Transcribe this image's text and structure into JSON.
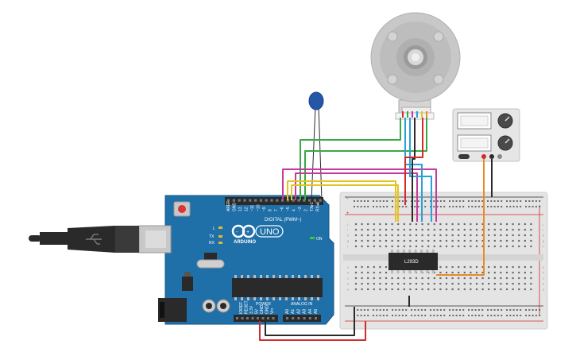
{
  "arduino": {
    "brand": "ARDUINO",
    "model": "UNO",
    "digital_label": "DIGITAL (PWM~)",
    "power_label": "POWER",
    "analog_label": "ANALOG IN",
    "on_label": "ON",
    "tx_label": "TX",
    "rx_label": "RX",
    "l_label": "L",
    "aref_label": "AREF",
    "gnd_label": "GND",
    "digital_pins": [
      "13",
      "12",
      "~11",
      "~10",
      "~9",
      "8",
      "7",
      "~6",
      "~5",
      "4",
      "~3",
      "2",
      "TX▸1",
      "RX◂0"
    ],
    "power_pins": [
      "IOREF",
      "RESET",
      "3.3V",
      "5V",
      "GND",
      "GND",
      "Vin"
    ],
    "analog_pins": [
      "A0",
      "A1",
      "A2",
      "A3",
      "A4",
      "A5"
    ]
  },
  "ic": {
    "label": "L293D"
  },
  "breadboard": {
    "row_letters_top": [
      "j",
      "i",
      "h",
      "g",
      "f"
    ],
    "row_letters_bottom": [
      "e",
      "d",
      "c",
      "b",
      "a"
    ],
    "plus": "+",
    "minus": "-"
  },
  "components": {
    "motor": "stepper-motor",
    "power_supply": "dc-power-supply",
    "capacitor": "ceramic-capacitor",
    "usb": "usb-cable"
  },
  "colors": {
    "board": "#1f6fa8",
    "breadboard": "#e6e6e6",
    "wire_red": "#d42a2a",
    "wire_green": "#3aa845",
    "wire_magenta": "#c63aa0",
    "wire_yellow": "#e6c21c",
    "wire_blue": "#2aa0d8",
    "wire_black": "#2a2a2a",
    "wire_orange": "#e8892a"
  }
}
